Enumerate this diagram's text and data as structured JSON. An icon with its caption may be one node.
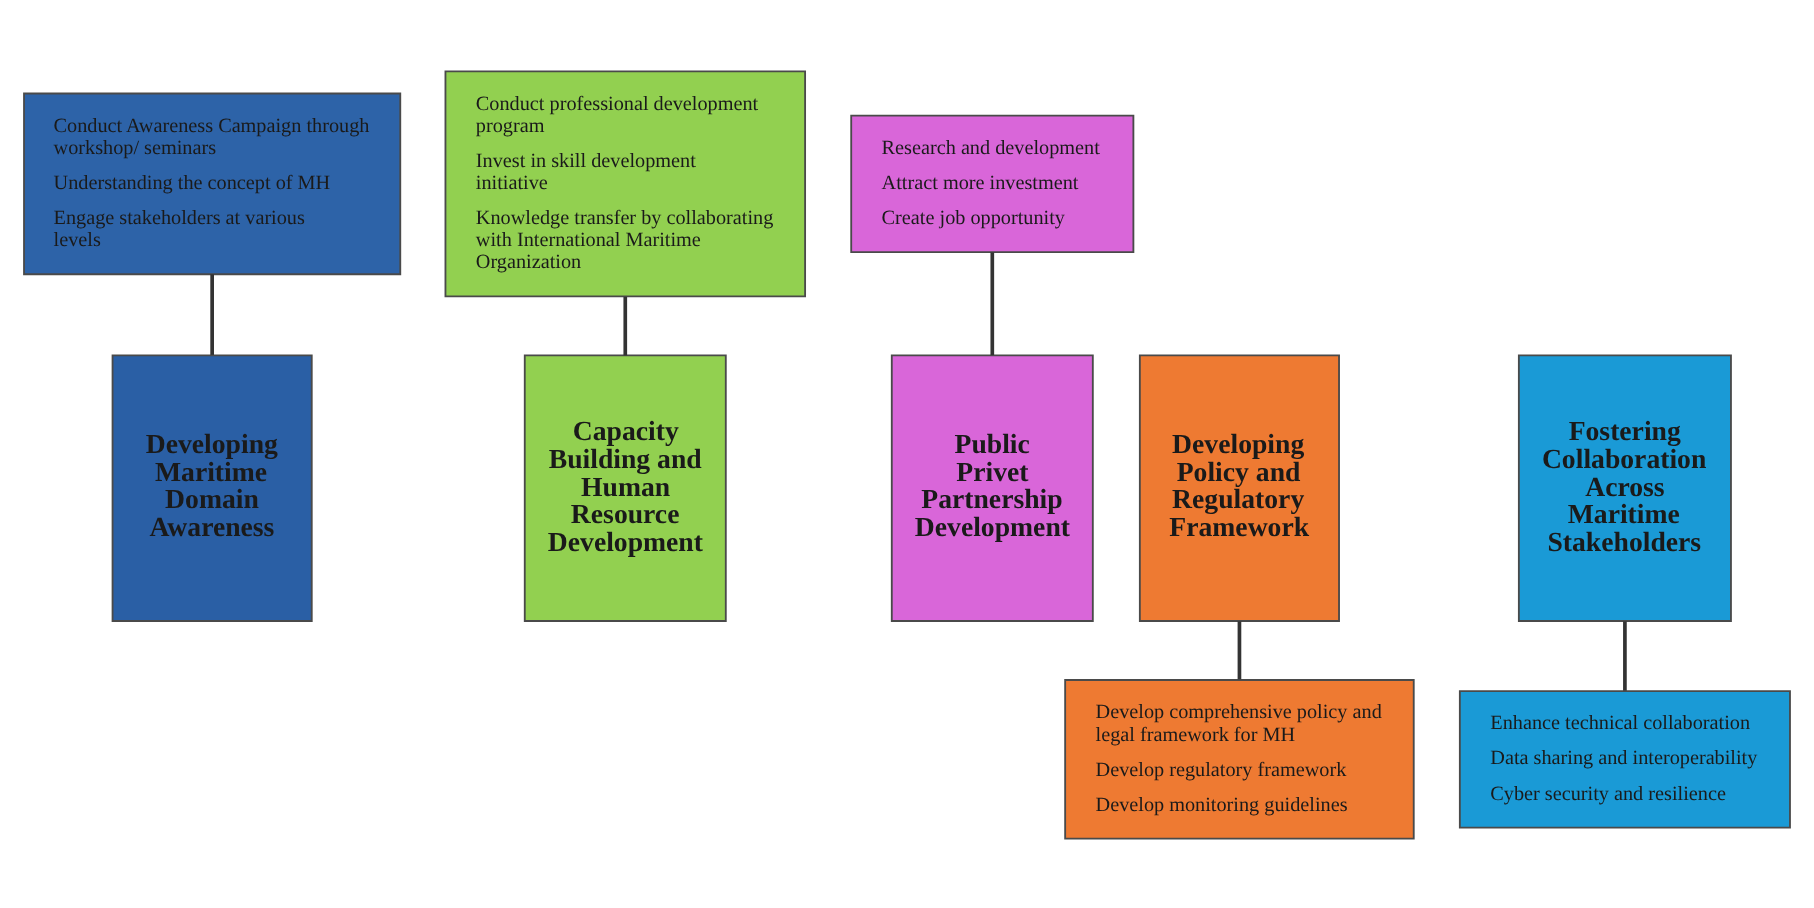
{
  "diagram": {
    "nodes": [
      {
        "text": [
          "Conduct Awareness Campaign through workshop/ seminars",
          "Understanding the concept of MH",
          "Engage stakeholders at various levels"
        ]
      },
      {
        "text": [
          "Conduct professional development program",
          "Invest in skill development initiative",
          "Knowledge transfer by collaborating with International Maritime Organization"
        ]
      },
      {
        "text": [
          "Research and development",
          "Attract more investment",
          "Create job opportunity"
        ]
      },
      {
        "text": [
          "Developing Maritime Domain Awareness"
        ]
      },
      {
        "text": [
          "Developing Policy and Regulatory Framework"
        ]
      },
      {
        "text": [
          "Capacity Building and Human Resource Development"
        ]
      },
      {
        "text": [
          "Fostering Collaboration Across Maritime Stakeholders"
        ]
      },
      {
        "text": [
          "Public Privet Partnership Development"
        ]
      },
      {
        "text": [
          "Develop comprehensive policy and legal framework for MH",
          "Develop regulatory framework",
          "Develop monitoring guidelines"
        ]
      },
      {
        "text": [
          "Enhance technical collaboration",
          "Data sharing and interoperability",
          "Cyber security and resilience"
        ]
      }
    ],
    "edges": [
      {
        "from": 0,
        "to": 3,
        "arrow": "none"
      },
      {
        "from": 1,
        "to": 5,
        "arrow": "none"
      },
      {
        "from": 2,
        "to": 7,
        "arrow": "none"
      },
      {
        "from": 4,
        "to": 8,
        "arrow": "none"
      },
      {
        "from": 6,
        "to": 9,
        "arrow": "none"
      }
    ]
  }
}
